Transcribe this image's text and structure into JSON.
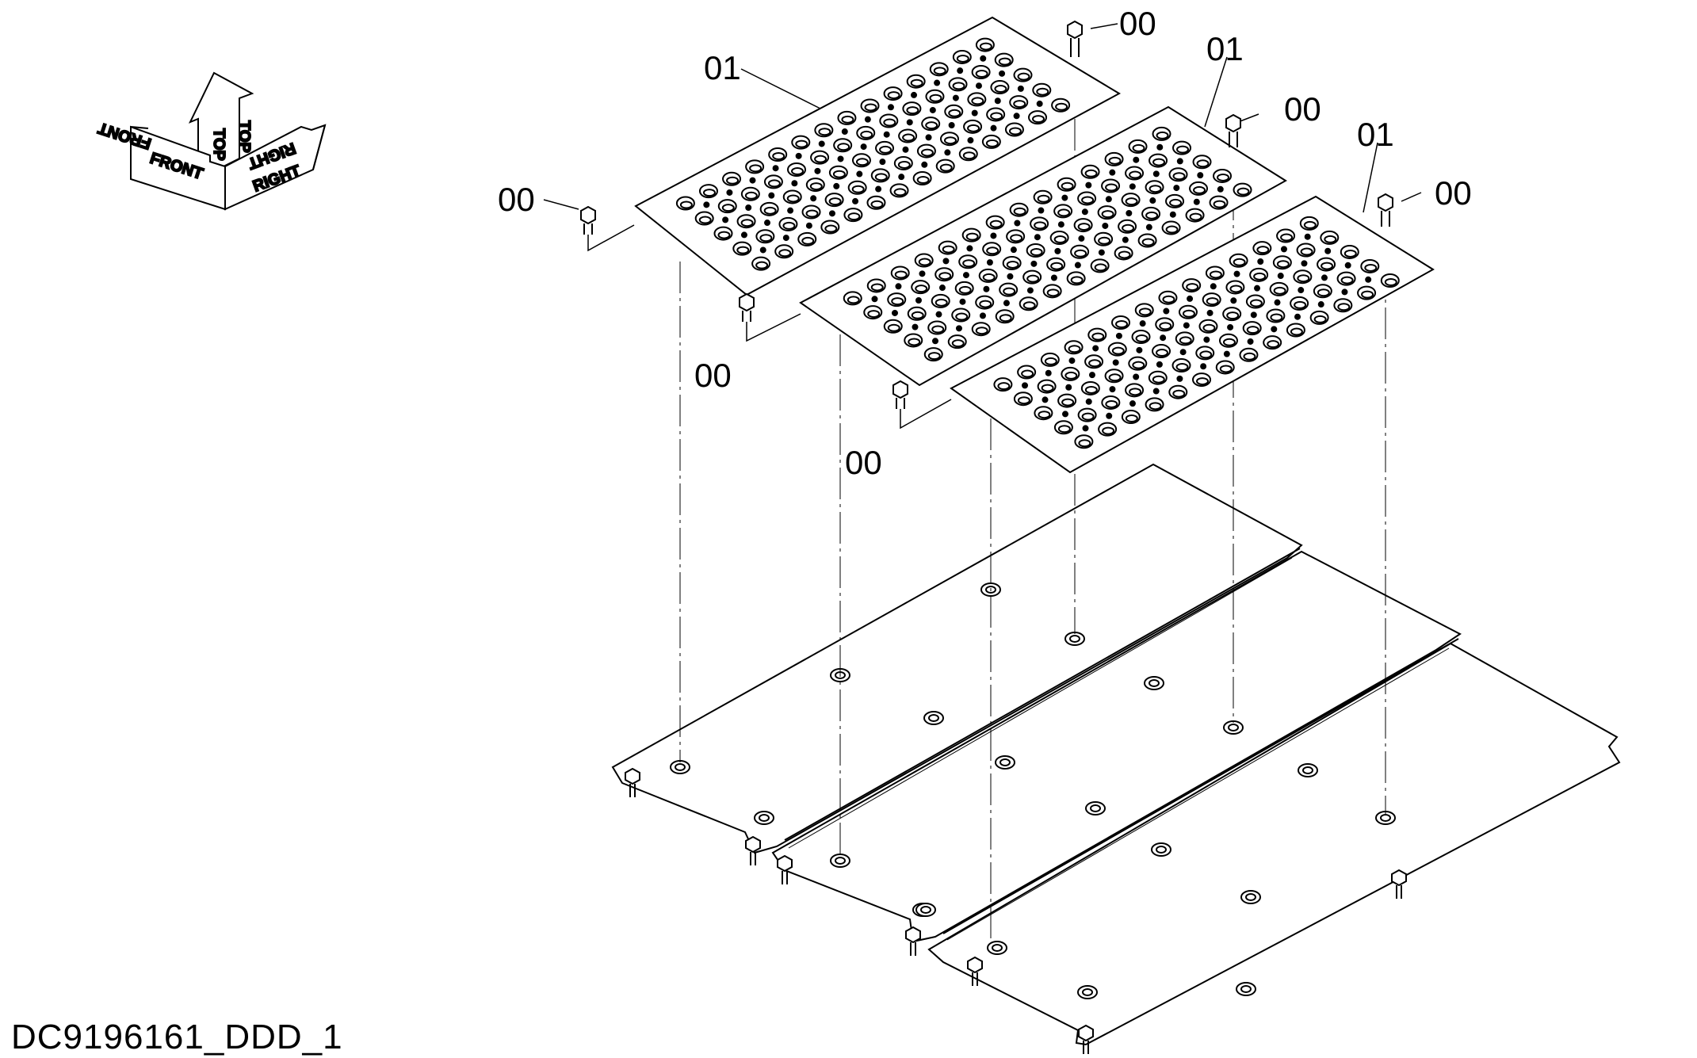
{
  "orientation": {
    "front": "FRONT",
    "top_left": "TOP",
    "top_right": "TOP",
    "right": "RIGHT"
  },
  "callouts": {
    "plate_a": "01",
    "plate_b": "01",
    "plate_c": "01",
    "bolt_a_top": "00",
    "bolt_a_left": "00",
    "bolt_b_top": "00",
    "bolt_b_left": "00",
    "bolt_c_top": "00",
    "bolt_c_left": "00"
  },
  "document_id": "DC9196161_DDD_1",
  "colors": {
    "line": "#000000",
    "background": "#ffffff"
  }
}
